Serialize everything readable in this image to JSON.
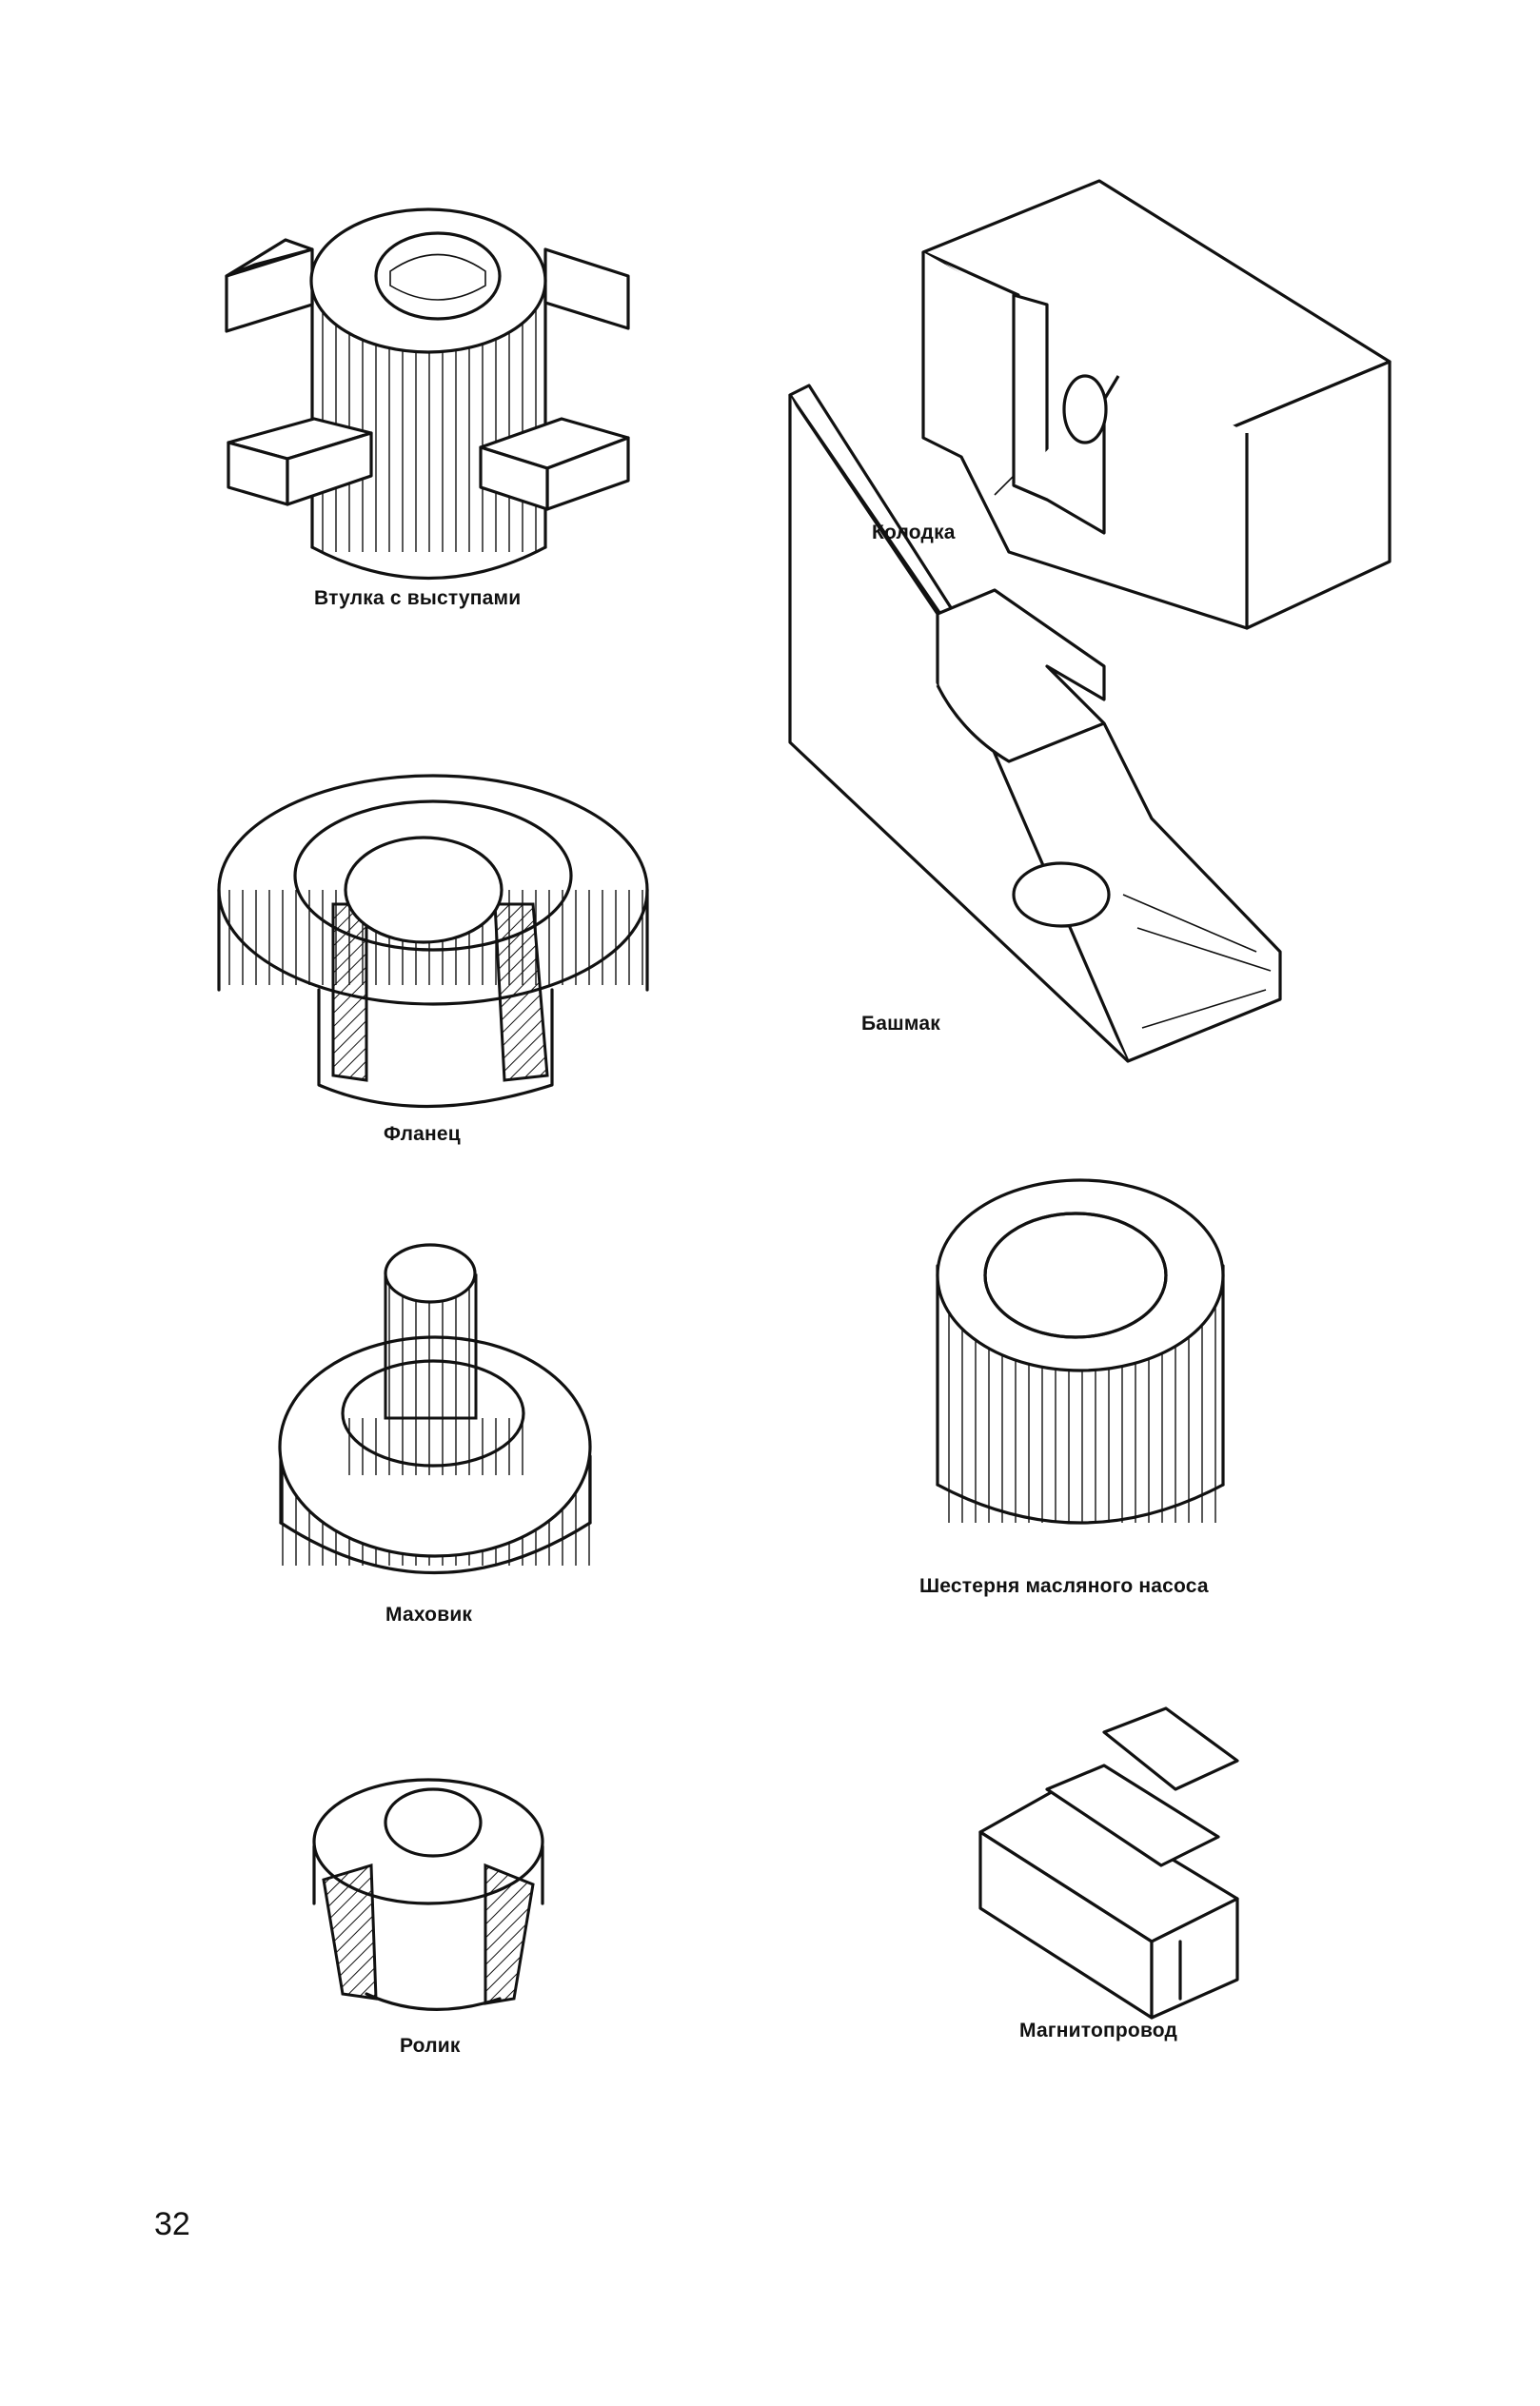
{
  "page": {
    "number": "32"
  },
  "figures": [
    {
      "id": "vtulka",
      "caption": "Втулка с выступами"
    },
    {
      "id": "kolodka",
      "caption": "Колодка"
    },
    {
      "id": "bashmak",
      "caption": "Башмак"
    },
    {
      "id": "flanets",
      "caption": "Фланец"
    },
    {
      "id": "makhovik",
      "caption": "Маховик"
    },
    {
      "id": "shesternya",
      "caption": "Шестерня масляного насоса"
    },
    {
      "id": "rolik",
      "caption": "Ролик"
    },
    {
      "id": "magnitoprovod",
      "caption": "Магнитопровод"
    }
  ]
}
